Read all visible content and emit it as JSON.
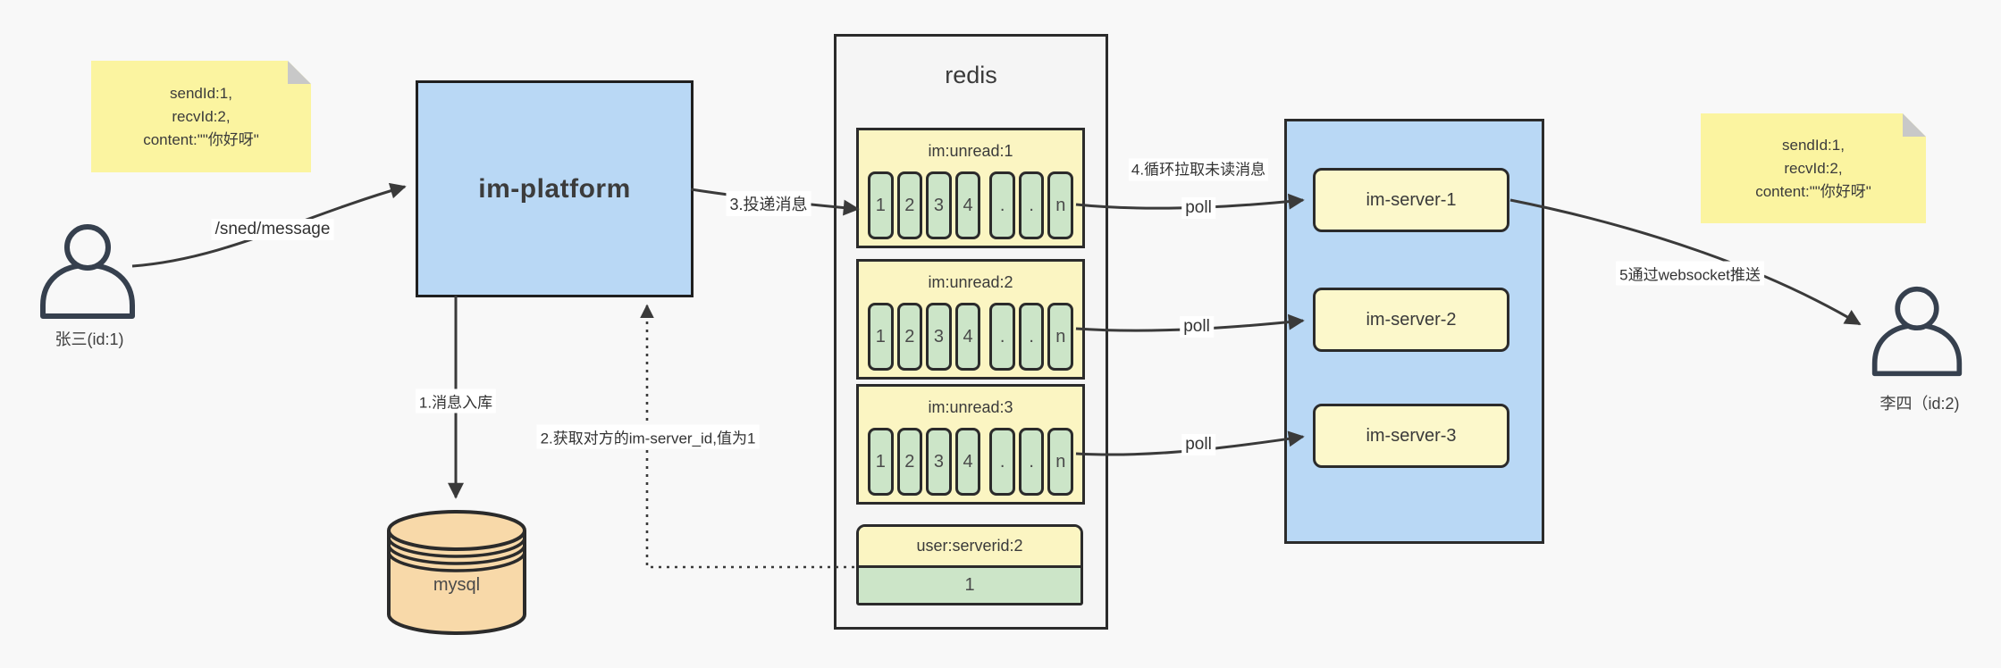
{
  "colors": {
    "background": "#f8f8f8",
    "note_yellow": "#fbf4a0",
    "container_blue": "#b9d8f5",
    "group_yellow": "#fbf5c2",
    "server_yellow": "#fcf8cb",
    "cell_green": "#cce5c8",
    "mysql_tan": "#f8d9a9",
    "redis_gray": "#f5f5f5",
    "line_dark": "#3a3a3a"
  },
  "notes": {
    "left": {
      "line1": "sendId:1,",
      "line2": "recvId:2,",
      "line3": "content:\"\"你好呀\""
    },
    "right": {
      "line1": "sendId:1,",
      "line2": "recvId:2,",
      "line3": "content:\"\"你好呀\""
    }
  },
  "actors": {
    "sender": {
      "label": "张三(id:1)"
    },
    "receiver": {
      "label": "李四（id:2)"
    }
  },
  "platform": {
    "label": "im-platform"
  },
  "database": {
    "label": "mysql"
  },
  "redis": {
    "title": "redis",
    "queues": [
      {
        "name": "im:unread:1",
        "cells": [
          "1",
          "2",
          "3",
          "4",
          ".",
          ".",
          "n"
        ]
      },
      {
        "name": "im:unread:2",
        "cells": [
          "1",
          "2",
          "3",
          "4",
          ".",
          ".",
          "n"
        ]
      },
      {
        "name": "im:unread:3",
        "cells": [
          "1",
          "2",
          "3",
          "4",
          ".",
          ".",
          "n"
        ]
      }
    ],
    "mapping": {
      "name": "user:serverid:2",
      "value": "1"
    }
  },
  "servers": [
    {
      "label": "im-server-1"
    },
    {
      "label": "im-server-2"
    },
    {
      "label": "im-server-3"
    }
  ],
  "edges": {
    "send": "/sned/message",
    "step1": "1.消息入库",
    "step2": "2.获取对方的im-server_id,值为1",
    "step3": "3.投递消息",
    "step4": "4.循环拉取未读消息",
    "step5": "5通过websocket推送",
    "poll1": "poll",
    "poll2": "poll",
    "poll3": "poll"
  }
}
